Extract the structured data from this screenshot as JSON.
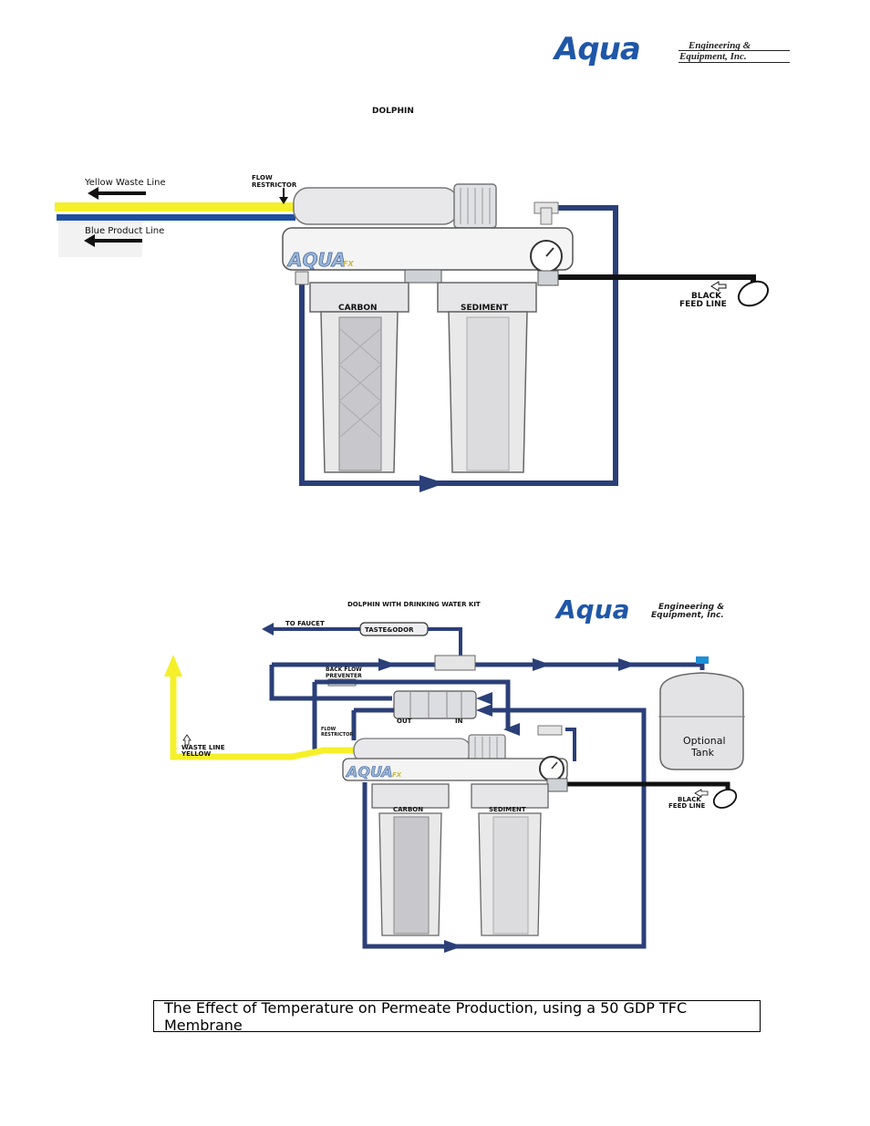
{
  "logo": {
    "name": "Aqua",
    "tagline_line1": "Engineering &",
    "tagline_line2": "Equipment, Inc."
  },
  "diagram1": {
    "title": "DOLPHIN",
    "yellow_waste_label": "Yellow Waste Line",
    "blue_product_label": "Blue Product Line",
    "flow_restrictor_label_1": "FLOW",
    "flow_restrictor_label_2": "RESTRICTOR",
    "unit_brand": "AQUA",
    "unit_brand_suffix": "FX",
    "carbon_label": "CARBON",
    "sediment_label": "SEDIMENT",
    "feed_line_1": "BLACK",
    "feed_line_2": "FEED LINE"
  },
  "diagram2": {
    "title": "DOLPHIN WITH DRINKING WATER KIT",
    "to_faucet": "TO FAUCET",
    "taste_odor": "TASTE&ODOR",
    "back_flow_1": "BACK FLOW",
    "back_flow_2": "PREVENTER",
    "out_label": "OUT",
    "in_label": "IN",
    "flow_restrictor_label_1": "FLOW",
    "flow_restrictor_label_2": "RESTRICTOR",
    "waste_line_1": "WASTE LINE",
    "waste_line_2": "YELLOW",
    "tank_1": "Optional",
    "tank_2": "Tank",
    "unit_brand": "AQUA",
    "unit_brand_suffix": "FX",
    "carbon_label": "CARBON",
    "sediment_label": "SEDIMENT",
    "feed_line_1": "BLACK",
    "feed_line_2": "FEED LINE"
  },
  "caption": "The Effect of Temperature on Permeate Production, using a 50 GDP TFC Membrane",
  "colors": {
    "tube_blue": "#2b3f78",
    "waste_yellow": "#f5f02a",
    "product_blue": "#1e4fa0",
    "logo_blue": "#1f57a8"
  }
}
